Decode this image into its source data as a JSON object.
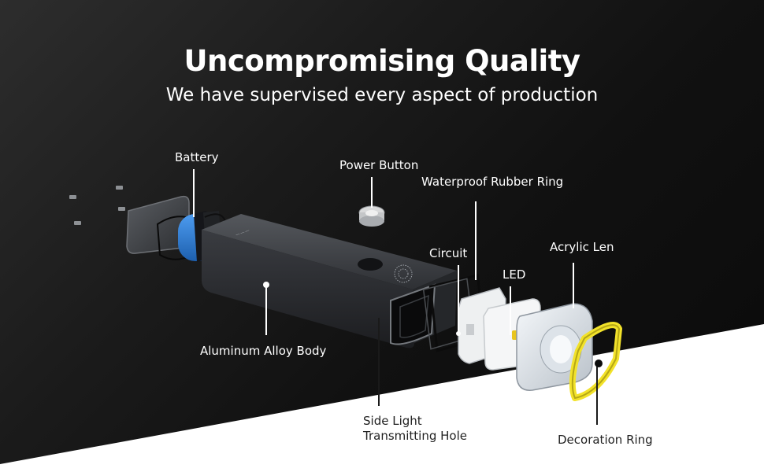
{
  "header": {
    "title": "Uncompromising Quality",
    "subtitle": "We have supervised every aspect of production"
  },
  "labels": {
    "battery": "Battery",
    "power_button": "Power Button",
    "waterproof_rubber_ring": "Waterproof Rubber Ring",
    "circuit": "Circuit",
    "led": "LED",
    "acrylic_len": "Acrylic  Len",
    "aluminum_alloy_body": "Aluminum Alloy Body",
    "side_light_line1": "Side Light",
    "side_light_line2": "Transmitting Hole",
    "decoration_ring": "Decoration Ring"
  },
  "colors": {
    "background_dark": "#111111",
    "background_light": "#ffffff",
    "battery_blue": "#2d7fd6",
    "decoration_yellow": "#f2e22a",
    "body_gray": "#3a3c40"
  }
}
